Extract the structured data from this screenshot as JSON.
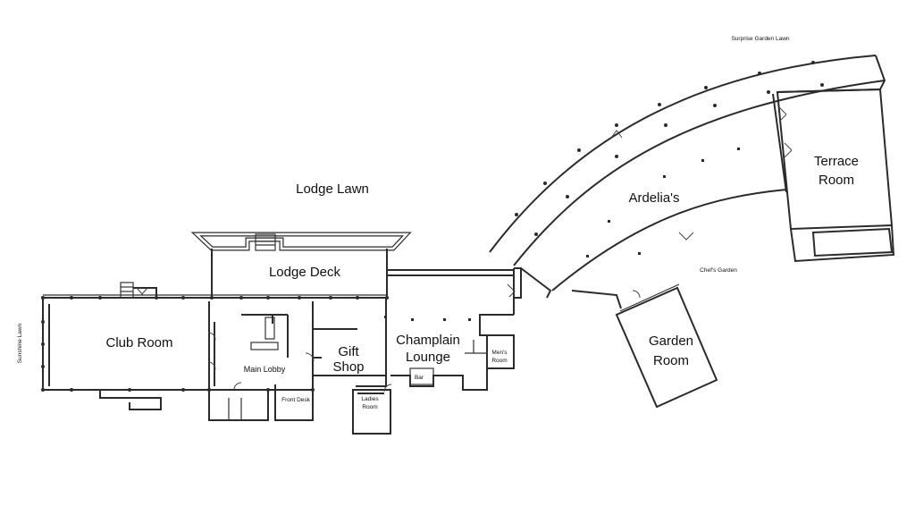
{
  "labels": {
    "lodge_lawn": "Lodge Lawn",
    "lodge_deck": "Lodge Deck",
    "club_room": "Club Room",
    "main_lobby": "Main Lobby",
    "gift_shop_1": "Gift",
    "gift_shop_2": "Shop",
    "champlain_1": "Champlain",
    "champlain_2": "Lounge",
    "mens_1": "Men's",
    "mens_2": "Room",
    "bar": "Bar",
    "ladies_1": "Ladies",
    "ladies_2": "Room",
    "front_desk": "Front Desk",
    "ardelias": "Ardelia's",
    "terrace_1": "Terrace",
    "terrace_2": "Room",
    "garden_1": "Garden",
    "garden_2": "Room",
    "chefs_garden": "Chef's Garden",
    "surprise_lawn": "Surprise Garden Lawn",
    "sunshine_lawn": "Sunshine Lawn"
  }
}
